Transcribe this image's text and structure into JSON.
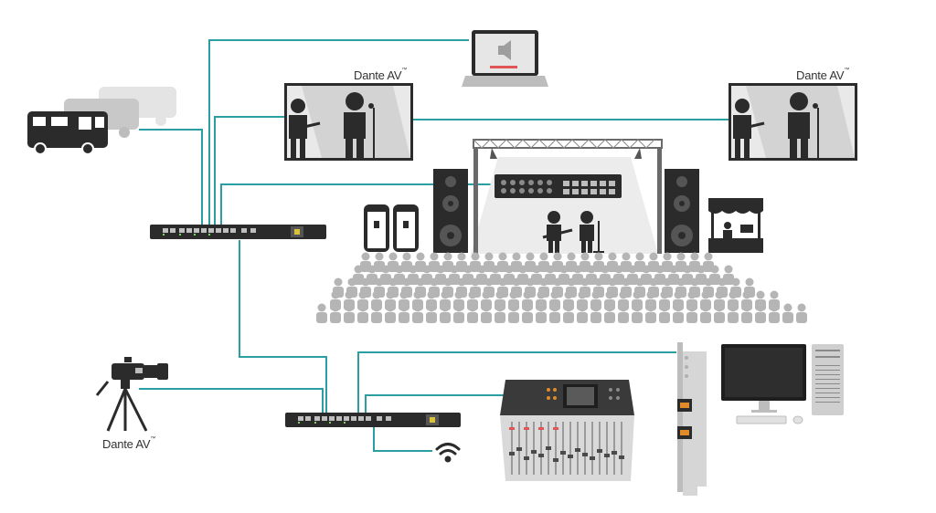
{
  "labels": {
    "screen_left": "Dante AV",
    "screen_right": "Dante AV",
    "camera": "Dante AV",
    "trademark": "™"
  },
  "colors": {
    "network_line": "#2a9ea0",
    "device_dark": "#2b2b2b",
    "device_gray": "#9e9e9e",
    "crowd": "#b5b5b5",
    "stage_light": "#ececec",
    "text": "#333333"
  },
  "icons": [
    "rv-vehicles-icon",
    "laptop-speaker-icon",
    "video-screen-icon",
    "network-switch-icon",
    "stage-truss-icon",
    "loudspeaker-icon",
    "portable-toilet-icon",
    "food-stand-icon",
    "crowd-icon",
    "video-camera-icon",
    "audio-mixer-icon",
    "pcie-card-icon",
    "desktop-computer-icon",
    "wifi-icon"
  ]
}
